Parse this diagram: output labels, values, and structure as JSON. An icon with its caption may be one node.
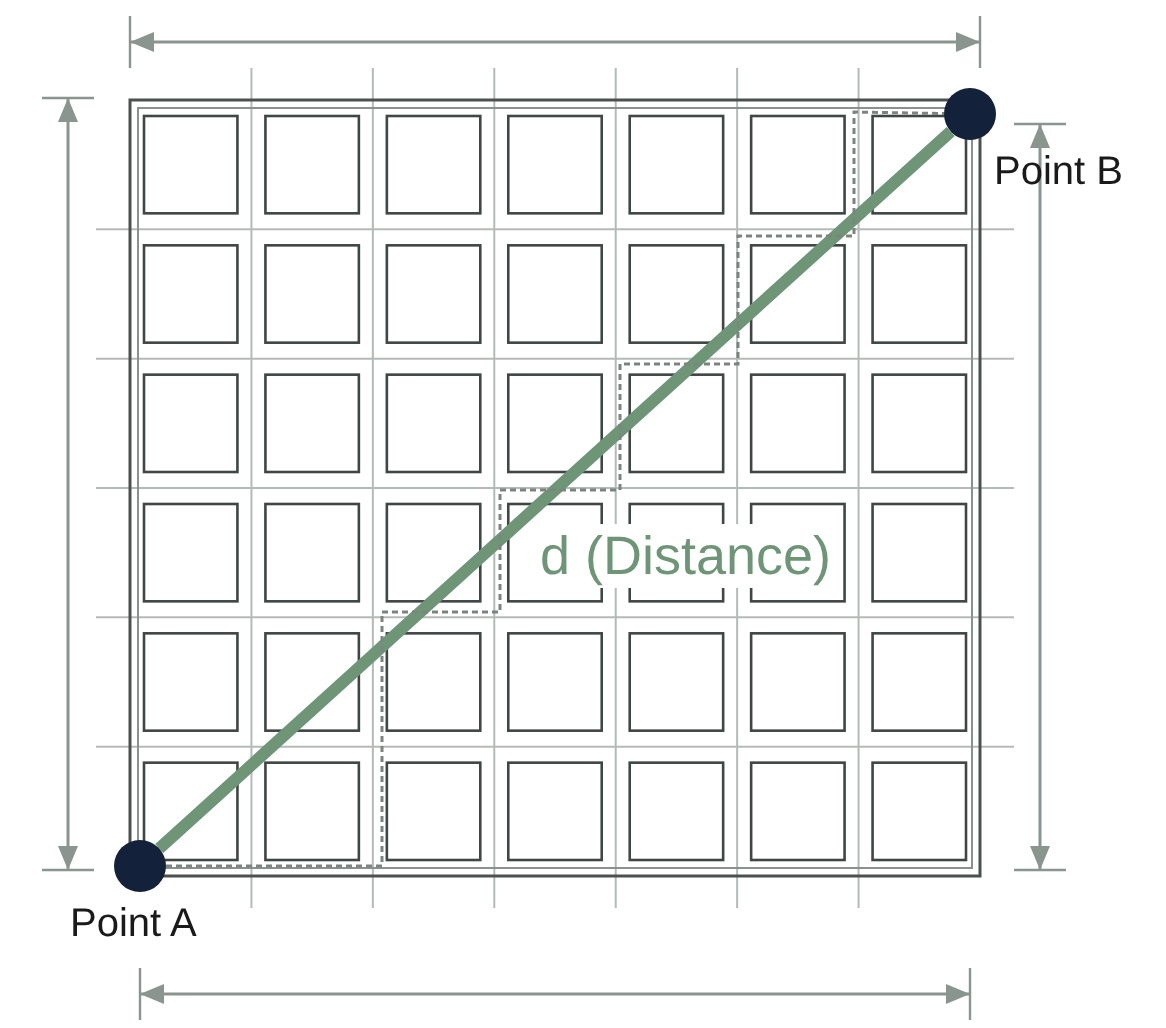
{
  "diagram": {
    "nodes": [
      {
        "text": [],
        "shape": "circle",
        "beside": [
          "Point A"
        ]
      },
      {
        "text": [],
        "shape": "circle",
        "beside": [
          "Point B"
        ]
      }
    ],
    "edges": [
      {
        "from": 0,
        "to": 1,
        "arrow": "none",
        "label": "d (Distance)",
        "style": "thick",
        "color": "#6e9676"
      },
      {
        "from": 0,
        "to": 1,
        "arrow": "none",
        "style": "dashed",
        "color": "#7c8480"
      }
    ]
  }
}
